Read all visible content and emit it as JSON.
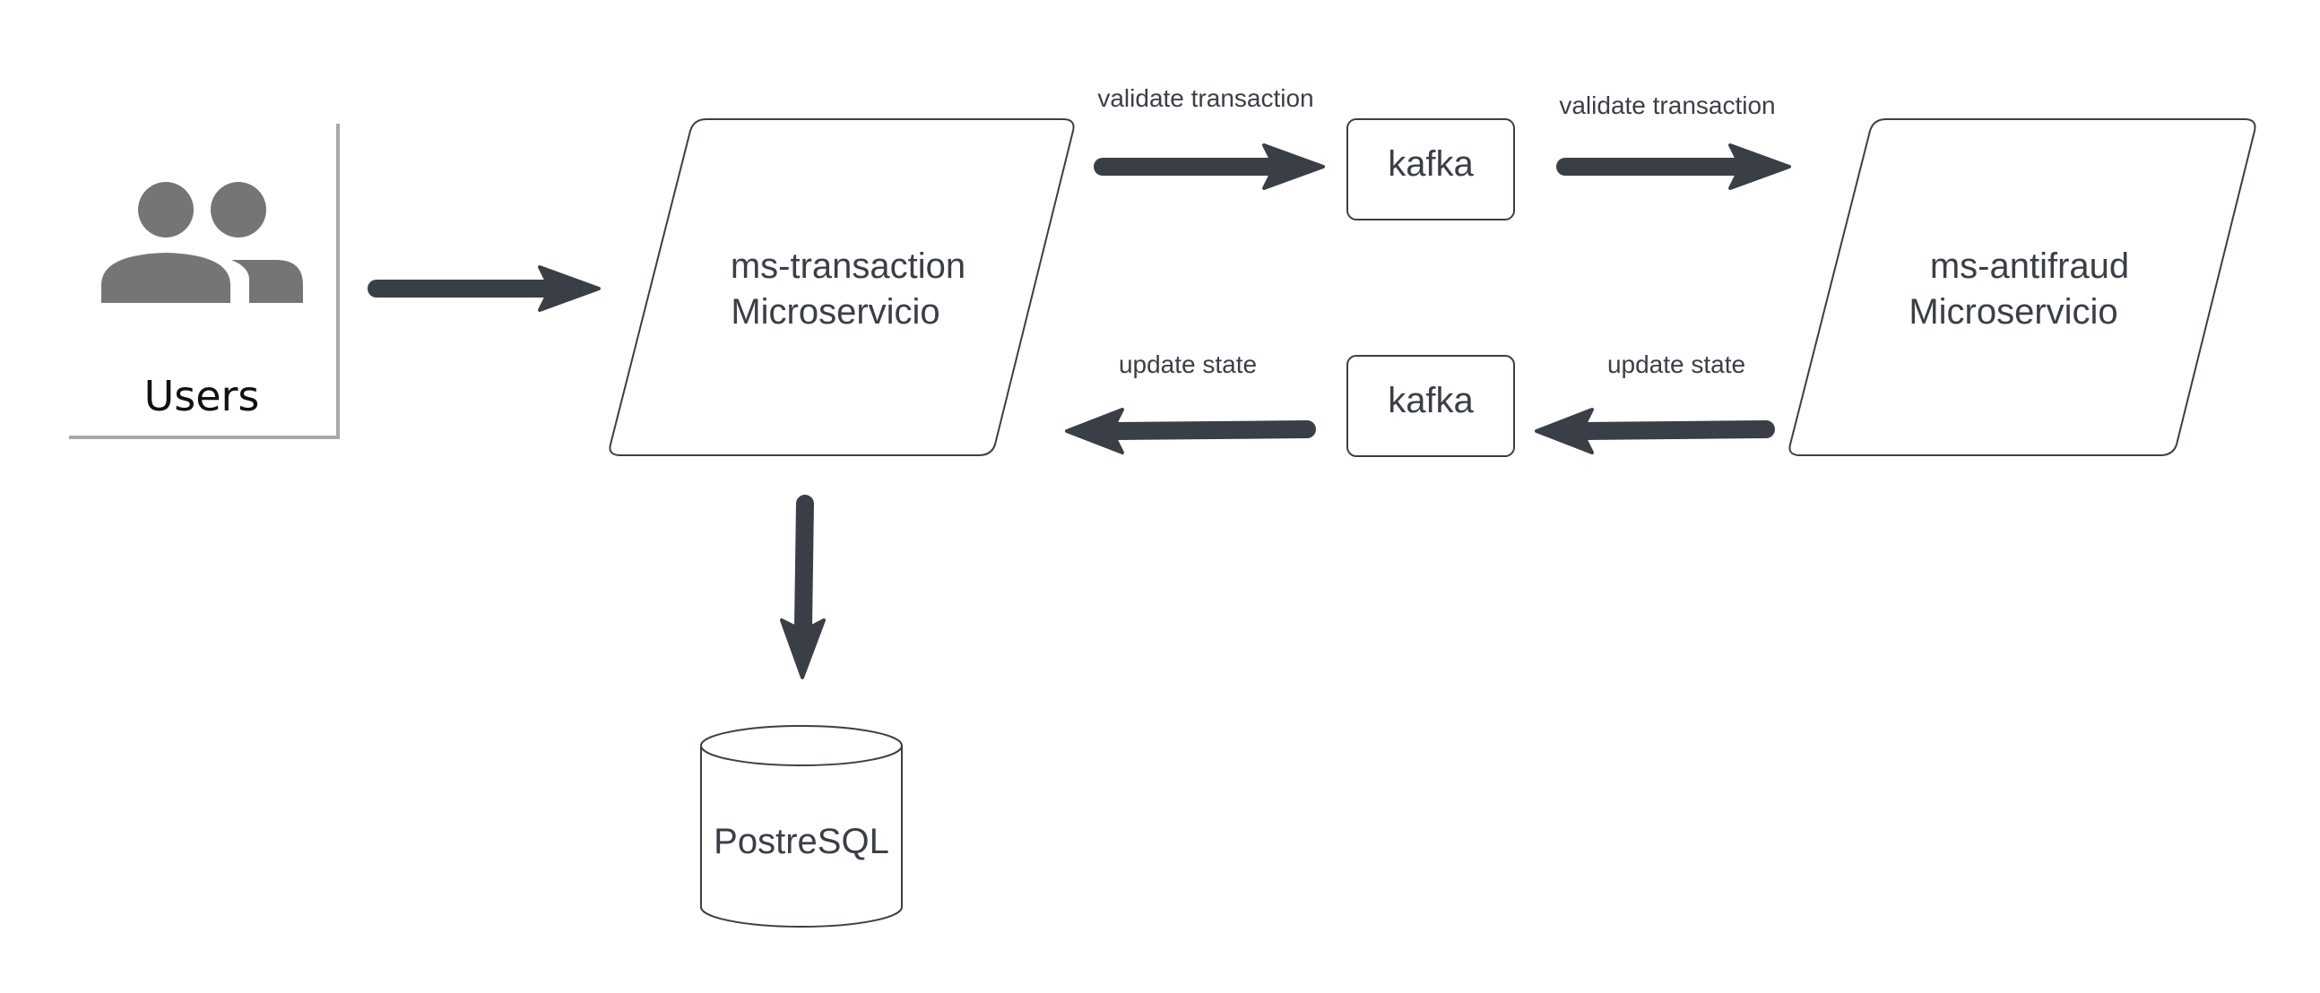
{
  "diagram": {
    "users": {
      "label": "Users",
      "icon": "users-group-icon"
    },
    "ms_transaction": {
      "line1": "ms-transaction",
      "line2": "Microservicio"
    },
    "ms_antifraud": {
      "line1": "ms-antifraud",
      "line2": "Microservicio"
    },
    "kafka_top": {
      "label": "kafka"
    },
    "kafka_bottom": {
      "label": "kafka"
    },
    "database": {
      "label": "PostreSQL"
    },
    "edges": {
      "validate_1": "validate transaction",
      "validate_2": "validate transaction",
      "update_1": "update state",
      "update_2": "update state"
    },
    "colors": {
      "ink": "#3a3f47",
      "icon": "#757575"
    }
  }
}
